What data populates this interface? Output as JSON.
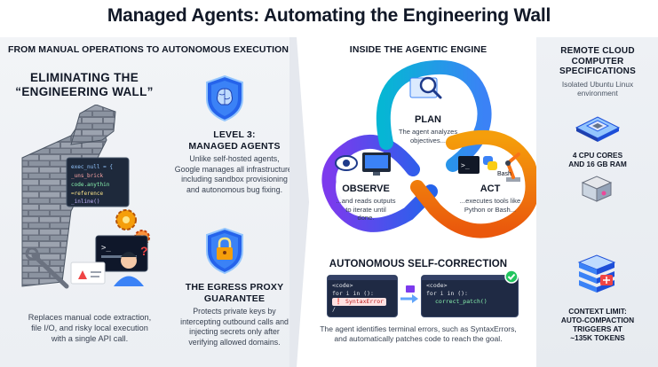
{
  "title": "Managed Agents: Automating the Engineering Wall",
  "left": {
    "header": "FROM MANUAL OPERATIONS TO AUTONOMOUS EXECUTION",
    "wall_title_line1": "ELIMINATING THE",
    "wall_title_line2": "“ENGINEERING WALL”",
    "wall_desc_line1": "Replaces manual code extraction,",
    "wall_desc_line2": "file I/O, and risky local execution",
    "wall_desc_line3": "with a single API call.",
    "level_title_line1": "LEVEL 3:",
    "level_title_line2": "MANAGED AGENTS",
    "level_desc_line1": "Unlike self-hosted agents,",
    "level_desc_line2": "Google manages all infrastructure,",
    "level_desc_line3": "including sandbox provisioning",
    "level_desc_line4": "and autonomous bug fixing.",
    "egress_title_line1": "THE EGRESS PROXY",
    "egress_title_line2": "GUARANTEE",
    "egress_desc_line1": "Protects private keys by",
    "egress_desc_line2": "intercepting outbound calls and",
    "egress_desc_line3": "injecting secrets only after",
    "egress_desc_line4": "verifying allowed domains."
  },
  "middle": {
    "header": "INSIDE THE AGENTIC ENGINE",
    "plan_label": "PLAN",
    "plan_desc_line1": "The agent analyzes",
    "plan_desc_line2": "objectives...",
    "observe_label": "OBSERVE",
    "observe_desc_line1": "...and reads outputs",
    "observe_desc_line2": "to iterate until",
    "observe_desc_line3": "done.",
    "act_label": "ACT",
    "act_desc_line1": "...executes tools like",
    "act_desc_line2": "Python or Bash...",
    "bash_label": "Bash",
    "selfcorr_header": "AUTONOMOUS SELF-CORRECTION",
    "code_tag_open": "<code>",
    "code_for_line": "for i in ():",
    "code_error": "SyntaxError",
    "code_tag_close": "/",
    "code_fixed_line": "for i in ():",
    "code_patch_line": "correct_patch()",
    "selfcorr_desc_line1": "The agent identifies terminal errors, such as SyntaxErrors,",
    "selfcorr_desc_line2": "and automatically patches code to reach the goal."
  },
  "right": {
    "header_line1": "REMOTE CLOUD",
    "header_line2": "COMPUTER",
    "header_line3": "SPECIFICATIONS",
    "env_line1": "Isolated Ubuntu Linux",
    "env_line2": "environment",
    "cpu_line1": "4 CPU CORES",
    "cpu_line2": "AND 16 GB RAM",
    "ctx_line1": "CONTEXT LIMIT:",
    "ctx_line2": "AUTO-COMPACTION",
    "ctx_line3": "TRIGGERS AT",
    "ctx_line4": "~135K TOKENS"
  },
  "colors": {
    "plan": "#3b82f6",
    "act": "#f97316",
    "observe": "#7c3aed",
    "shield": "#2563eb",
    "accent_green": "#22c55e"
  },
  "icons": [
    "brick-wall-icon",
    "brain-shield-icon",
    "lock-shield-icon",
    "eye-icon",
    "monitor-icon",
    "terminal-icon",
    "python-icon",
    "robot-arm-icon",
    "cpu-chip-icon",
    "server-stack-icon",
    "check-icon",
    "gear-icon",
    "wrench-icon",
    "warning-icon"
  ]
}
